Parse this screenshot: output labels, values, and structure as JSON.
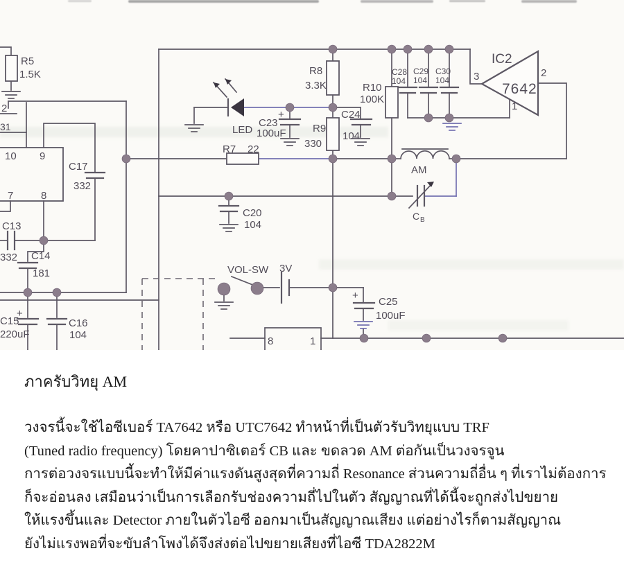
{
  "schematic": {
    "labels": {
      "r5_ref": "R5",
      "r5_val": "1.5K",
      "p2": "2",
      "p31": "31",
      "p10": "10",
      "p9": "9",
      "p7": "7",
      "p8": "8",
      "c17_ref": "C17",
      "c17_val": "332",
      "c13_ref": "C13",
      "c13_val": "332",
      "c14_ref": "C14",
      "c14_val": "181",
      "c15_ref": "C15",
      "c15_val": "220uF",
      "c15_plus": "+",
      "c16_ref": "C16",
      "c16_val": "104",
      "led": "LED",
      "r7_ref": "R7",
      "r7_val": "22",
      "c23_ref": "C23",
      "c23_val": "100uF",
      "c23_plus": "+",
      "r8_ref": "R8",
      "r8_val": "3.3K",
      "r9_ref": "R9",
      "r9_val": "330",
      "c24_ref": "C24",
      "c24_val": "104",
      "c20_ref": "C20",
      "c20_val": "104",
      "r10_ref": "R10",
      "r10_val": "100K",
      "c28_ref": "C28",
      "c28_val": "104",
      "c29_ref": "C29",
      "c29_val": "104",
      "c30_ref": "C30",
      "c30_val": "104",
      "ic2_ref": "IC2",
      "ic2_val": "7642",
      "ic2_pin3": "3",
      "ic2_pin2": "2",
      "ic2_pin1": "1",
      "am": "AM",
      "cb_main": "C",
      "cb_sub": "B",
      "volsw": "VOL-SW",
      "battery": "3V",
      "c25_ref": "C25",
      "c25_val": "100uF",
      "c25_plus": "+",
      "b8": "8",
      "b1": "1"
    },
    "colors": {
      "wire": "#5d5864",
      "wire_blue": "#7370b0",
      "junction": "#8b7d8b",
      "paper": "#fbfaf7",
      "ink": "#524d58",
      "text": "#1c1c1c"
    }
  },
  "article": {
    "heading": "ภาครับวิทยุ AM",
    "lines": [
      "วงจรนี้จะใช้ไอซีเบอร์ TA7642 หรือ UTC7642 ทำหน้าที่เป็นตัวรับวิทยุแบบ TRF",
      "(Tuned radio frequency) โดยคาปาซิเตอร์ CB และ ขดลวด AM ต่อกันเป็นวงจรจูน",
      "การต่อวงจรแบบนี้จะทำให้มีค่าแรงดันสูงสุดที่ความถี่ Resonance ส่วนความถี่อื่น ๆ ที่เราไม่ต้องการ",
      "ก็จะอ่อนลง เสมือนว่าเป็นการเลือกรับช่องความถี่ไปในตัว สัญญาณที่ได้นี้จะถูกส่งไปขยาย",
      "ให้แรงขึ้นและ Detector ภายในตัวไอซี ออกมาเป็นสัญญาณเสียง แต่อย่างไรก็ตามสัญญาณ",
      "ยังไม่แรงพอที่จะขับลำโพงได้จึงส่งต่อไปขยายเสียงที่ไอซี TDA2822M"
    ]
  }
}
